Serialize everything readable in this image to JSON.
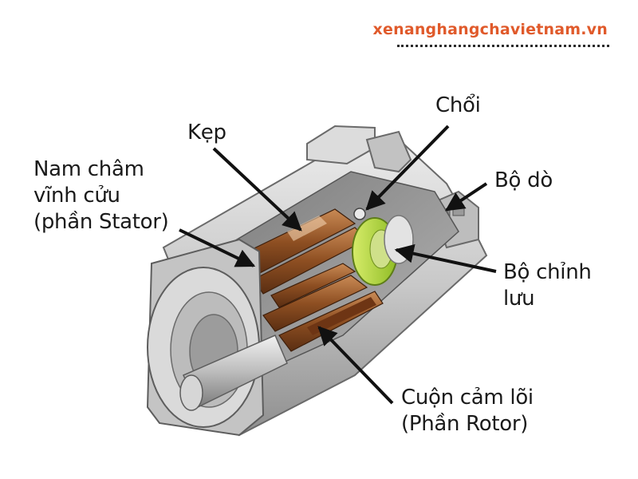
{
  "watermark": {
    "site": "xenanghangchavietnam.vn"
  },
  "labels": {
    "kep": "Kẹp",
    "choi": "Chổi",
    "nam_cham": [
      "Nam châm",
      "vĩnh cửu",
      "(phần Stator)"
    ],
    "bo_do": "Bộ dò",
    "bo_chinh_luu": [
      "Bộ chỉnh",
      "lưu"
    ],
    "cuon_cam": [
      "Cuộn cảm lõi",
      "(Phần Rotor)"
    ]
  },
  "colors": {
    "housing": "#c9c9c9",
    "housing_dark": "#8f8f8f",
    "copper": "#9c5a2a",
    "commutator_ring": "#a8d43a",
    "watermark": "#e05a2b"
  }
}
